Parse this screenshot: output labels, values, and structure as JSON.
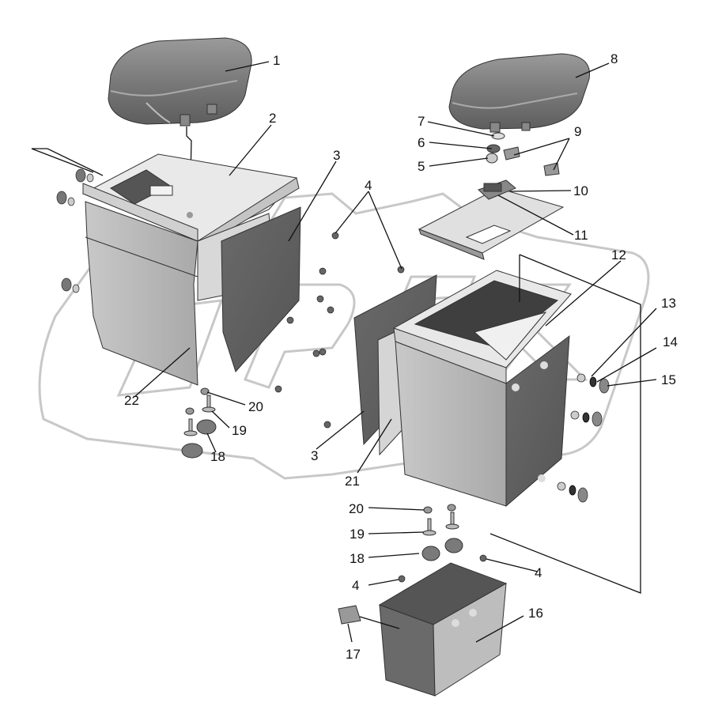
{
  "diagram": {
    "type": "exploded-assembly-drawing",
    "watermark_text": "OPEX",
    "callouts": [
      {
        "id": "c1",
        "label": "1"
      },
      {
        "id": "c2",
        "label": "2"
      },
      {
        "id": "c3a",
        "label": "3"
      },
      {
        "id": "c3b",
        "label": "3"
      },
      {
        "id": "c4a",
        "label": "4"
      },
      {
        "id": "c4b",
        "label": "4"
      },
      {
        "id": "c4c",
        "label": "4"
      },
      {
        "id": "c5",
        "label": "5"
      },
      {
        "id": "c6",
        "label": "6"
      },
      {
        "id": "c7",
        "label": "7"
      },
      {
        "id": "c8",
        "label": "8"
      },
      {
        "id": "c9",
        "label": "9"
      },
      {
        "id": "c10",
        "label": "10"
      },
      {
        "id": "c11",
        "label": "11"
      },
      {
        "id": "c12",
        "label": "12"
      },
      {
        "id": "c13",
        "label": "13"
      },
      {
        "id": "c14",
        "label": "14"
      },
      {
        "id": "c15",
        "label": "15"
      },
      {
        "id": "c16",
        "label": "16"
      },
      {
        "id": "c17",
        "label": "17"
      },
      {
        "id": "c18a",
        "label": "18"
      },
      {
        "id": "c18b",
        "label": "18"
      },
      {
        "id": "c19a",
        "label": "19"
      },
      {
        "id": "c19b",
        "label": "19"
      },
      {
        "id": "c20a",
        "label": "20"
      },
      {
        "id": "c20b",
        "label": "20"
      },
      {
        "id": "c21",
        "label": "21"
      },
      {
        "id": "c22",
        "label": "22"
      }
    ]
  }
}
